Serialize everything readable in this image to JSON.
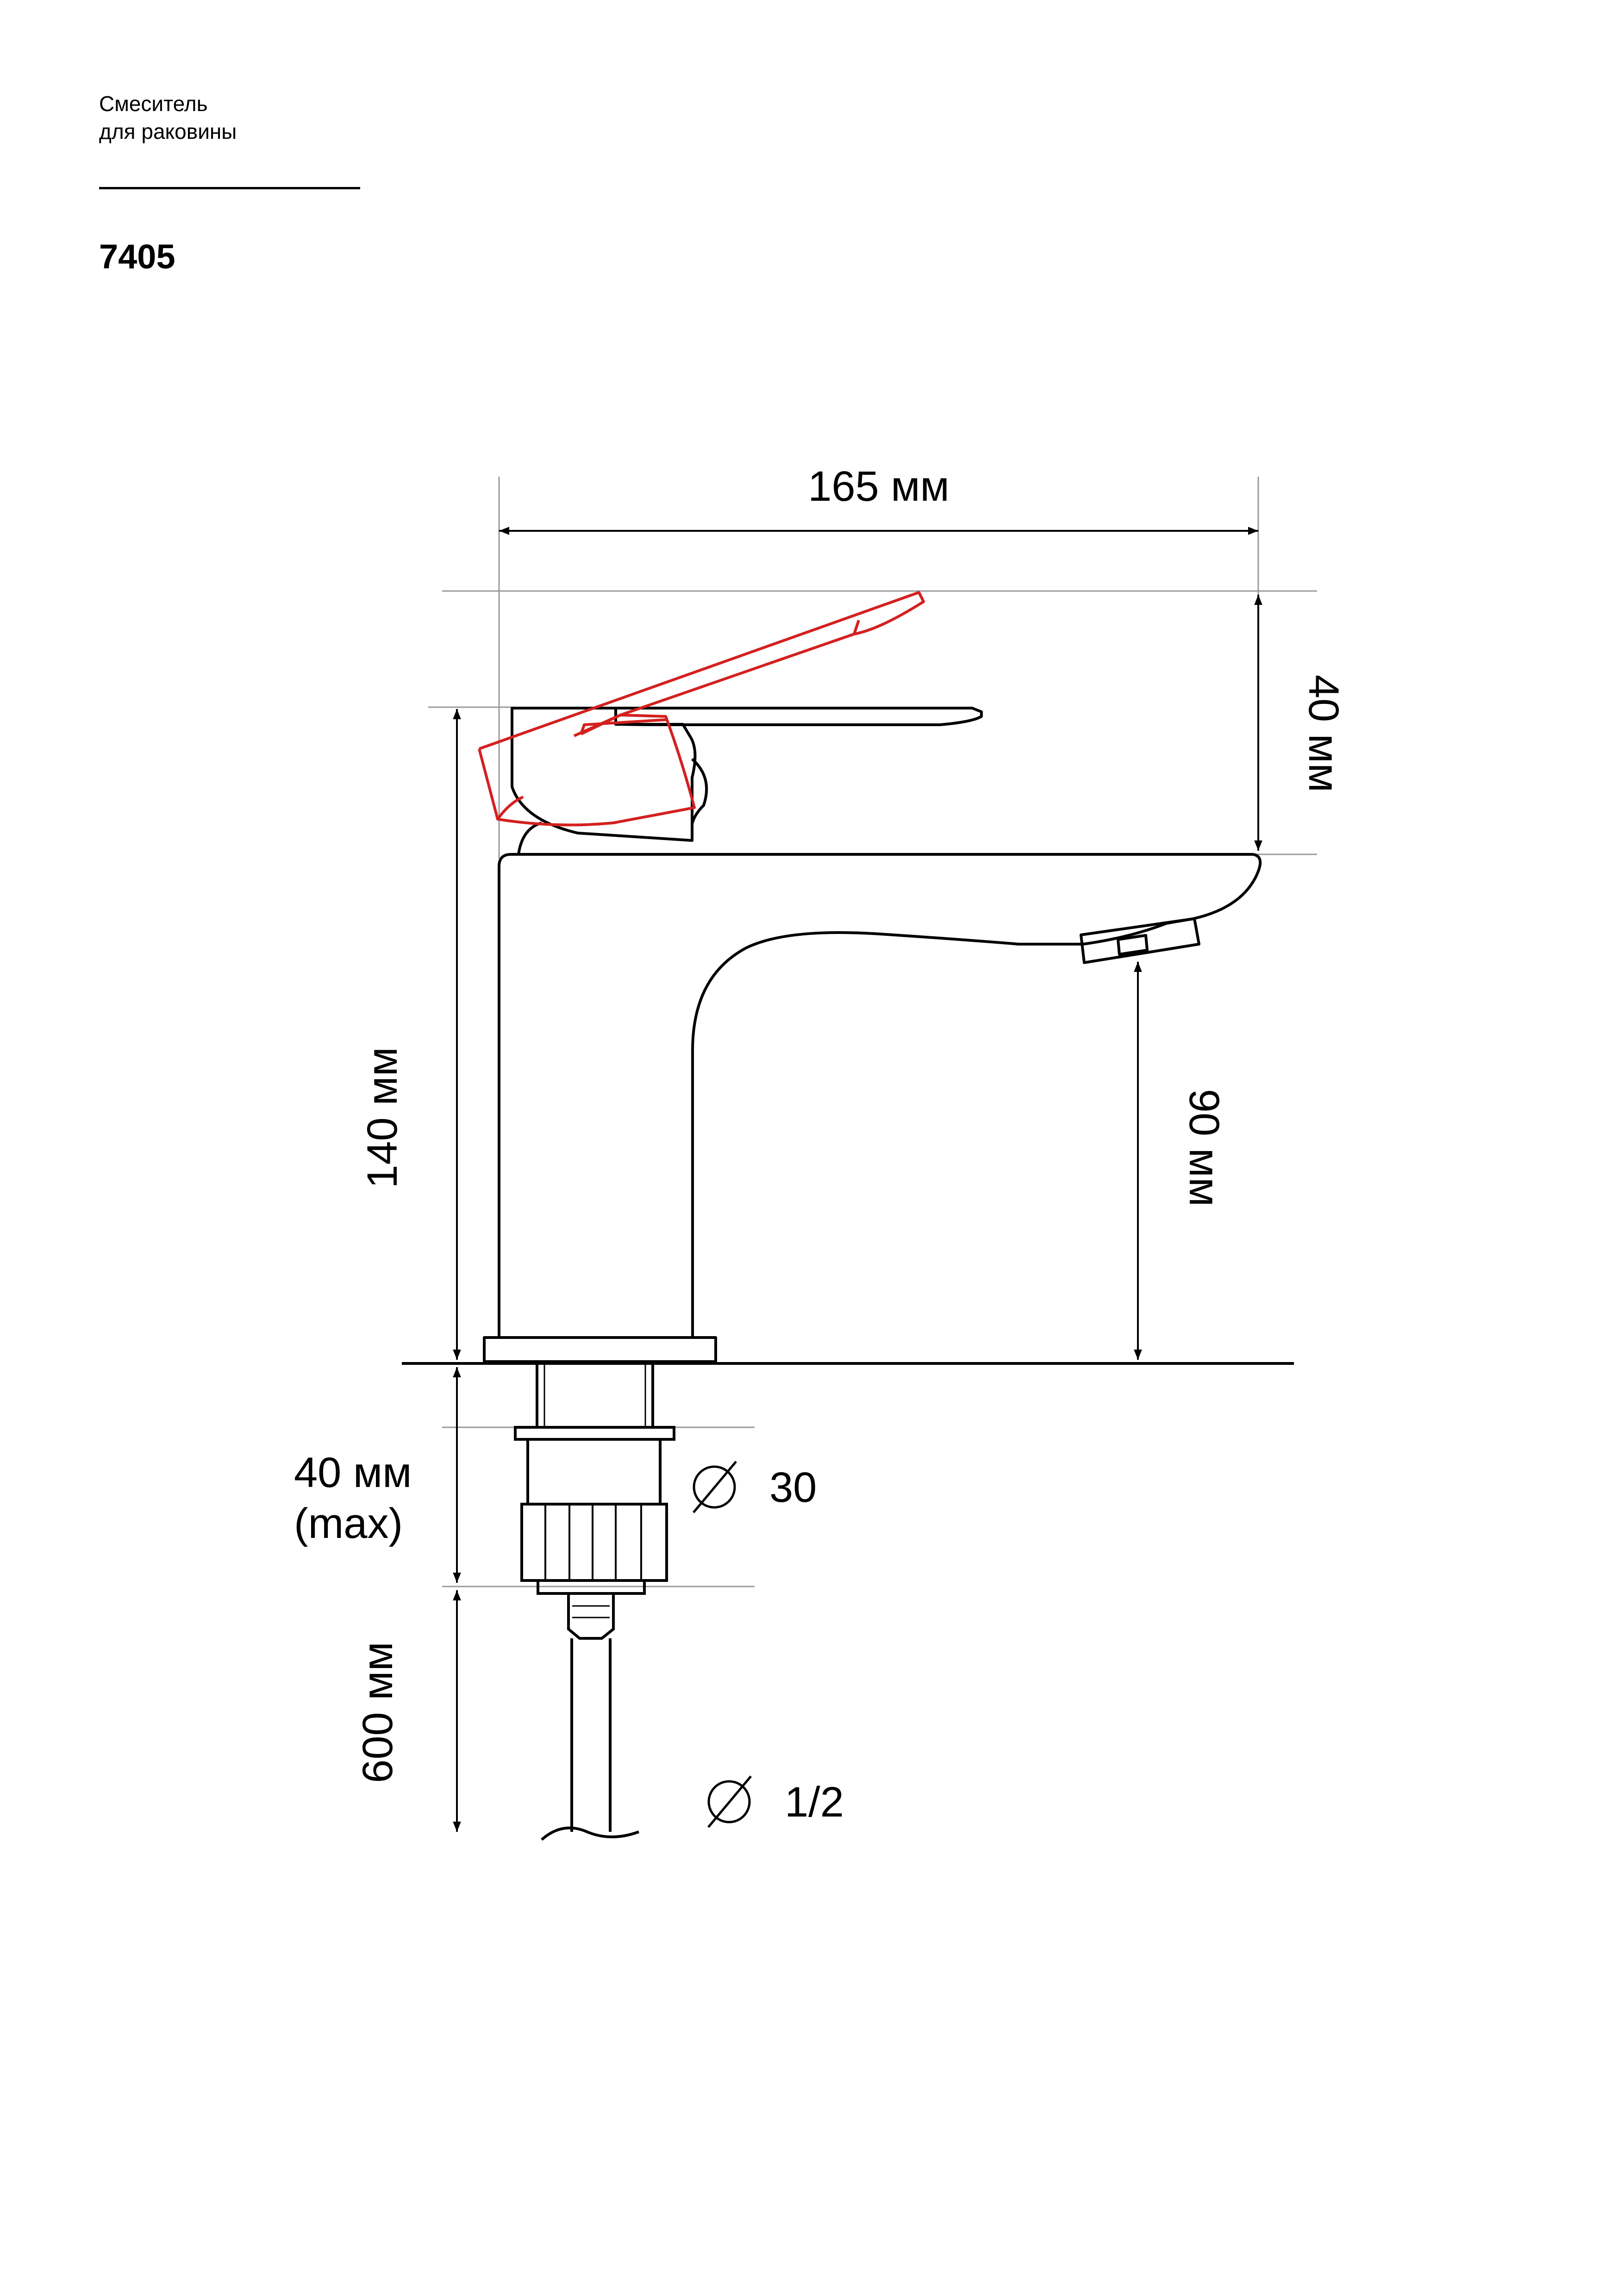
{
  "header": {
    "title_line1": "Смеситель",
    "title_line2": "для раковины",
    "model": "7405"
  },
  "dimensions": {
    "width": "165 мм",
    "handle_lift": "40 мм",
    "height": "140 мм",
    "spout_height": "90 мм",
    "mount_thickness": "40 мм",
    "mount_thickness_note": "(max)",
    "hose_length": "600 мм",
    "hole_diameter": "30",
    "thread_diameter": "1/2"
  },
  "colors": {
    "line": "#000000",
    "handle_raised": "#d42020",
    "reference": "#9a9a9a"
  }
}
